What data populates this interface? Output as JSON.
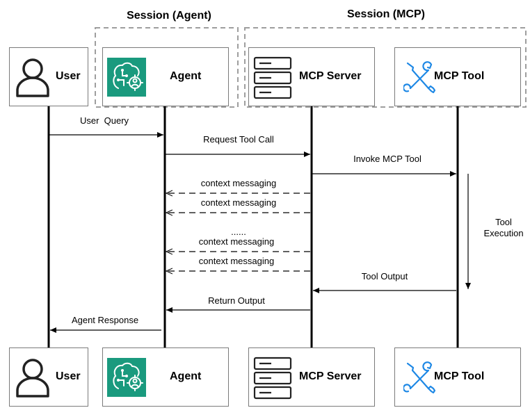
{
  "sessions": {
    "agent_label": "Session (Agent)",
    "mcp_label": "Session (MCP)"
  },
  "participants": {
    "user": {
      "label": "User",
      "icon": "person-icon"
    },
    "agent": {
      "label": "Agent",
      "icon": "ai-brain-icon",
      "icon_color": "#1a9a7e"
    },
    "mcp_server": {
      "label": "MCP Server",
      "icon": "server-stack-icon"
    },
    "mcp_tool": {
      "label": "MCP Tool",
      "icon": "wrench-screwdriver-icon",
      "icon_color": "#1e88e5"
    }
  },
  "messages": {
    "user_query": "User  Query",
    "request_tool_call": "Request Tool Call",
    "invoke_mcp_tool": "Invoke MCP Tool",
    "context_1": "context messaging",
    "context_2": "context messaging",
    "ellipsis": "......",
    "context_3": "context messaging",
    "context_4": "context messaging",
    "tool_output": "Tool Output",
    "return_output": "Return Output",
    "agent_response": "Agent Response",
    "tool_execution_line1": "Tool",
    "tool_execution_line2": "Execution"
  }
}
